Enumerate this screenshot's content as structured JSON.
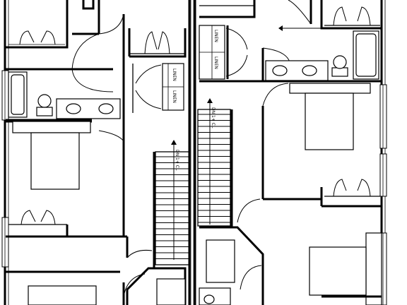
{
  "plan": {
    "stair_labels": [
      {
        "id": "stair-left",
        "text": "DN 1+ CL"
      },
      {
        "id": "stair-right",
        "text": "DN 1+ CL"
      }
    ],
    "closet_labels": [
      "LINEN",
      "LINEN",
      "LINEN",
      "LINEN"
    ]
  }
}
